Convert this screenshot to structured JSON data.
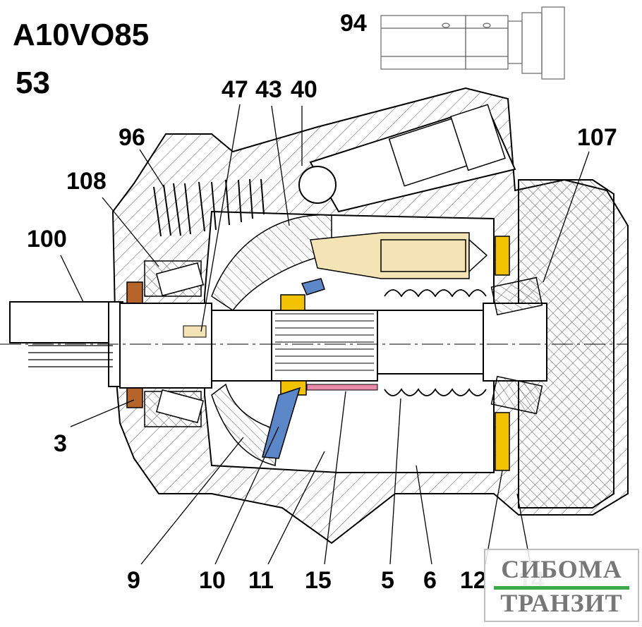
{
  "header": {
    "model": "A10VO85",
    "series": "53"
  },
  "callouts": [
    {
      "id": "94",
      "label": "94"
    },
    {
      "id": "47",
      "label": "47"
    },
    {
      "id": "43",
      "label": "43"
    },
    {
      "id": "40",
      "label": "40"
    },
    {
      "id": "96",
      "label": "96"
    },
    {
      "id": "108",
      "label": "108"
    },
    {
      "id": "107",
      "label": "107"
    },
    {
      "id": "100",
      "label": "100"
    },
    {
      "id": "3",
      "label": "3"
    },
    {
      "id": "9",
      "label": "9"
    },
    {
      "id": "10",
      "label": "10"
    },
    {
      "id": "11",
      "label": "11"
    },
    {
      "id": "15",
      "label": "15"
    },
    {
      "id": "5",
      "label": "5"
    },
    {
      "id": "6",
      "label": "6"
    },
    {
      "id": "12",
      "label": "12"
    },
    {
      "id": "14",
      "label": "14"
    }
  ],
  "watermark": {
    "line1": "СИБОМА",
    "line2": "ТРАНЗИТ"
  },
  "colors": {
    "ink": "#000000",
    "yellow": "#f2c200",
    "blue": "#5b86c8",
    "cream": "#f3e3b5",
    "brown": "#b5652c",
    "pink": "#e88aa8",
    "hatch": "#444444",
    "logo_green": "#3ca84a"
  }
}
